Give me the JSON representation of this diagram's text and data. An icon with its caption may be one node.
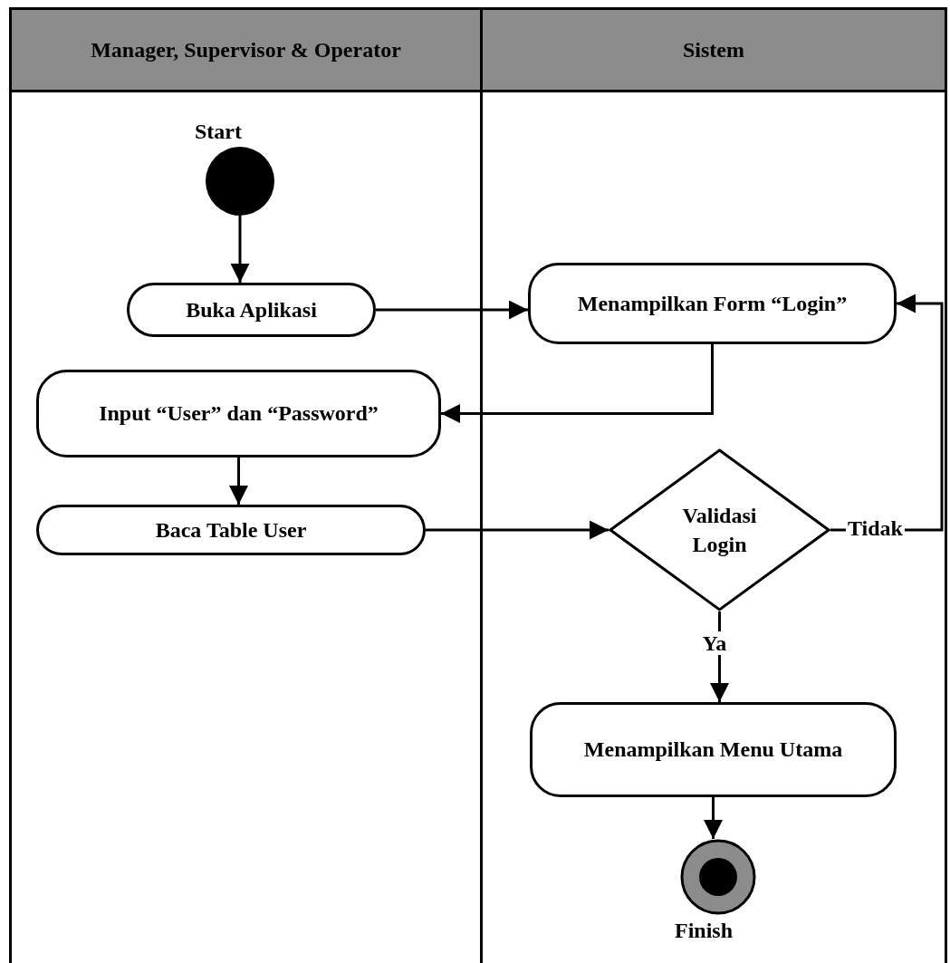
{
  "diagram": {
    "nodes": [
      {
        "text": [
          "Manager, Supervisor & Operator"
        ]
      },
      {
        "text": [
          "Sistem"
        ]
      },
      {
        "text": [],
        "shape": "circle",
        "in": 0,
        "beside": [
          "Start"
        ]
      },
      {
        "text": [
          "Buka Aplikasi"
        ],
        "in": 0
      },
      {
        "text": [
          "Menampilkan Form “Login”"
        ],
        "in": 1
      },
      {
        "text": [
          "Input “User” dan “Password”"
        ],
        "in": 0
      },
      {
        "text": [
          "Baca Table User"
        ],
        "in": 0
      },
      {
        "text": [
          "Validasi Login"
        ],
        "in": 1
      },
      {
        "text": [
          "Menampilkan Menu Utama"
        ],
        "in": 1
      },
      {
        "text": [],
        "shape": "circle",
        "in": 1,
        "beside": [
          "Finish"
        ]
      }
    ],
    "edges": [
      {
        "from": 2,
        "to": 3,
        "arrow": "to"
      },
      {
        "from": 3,
        "to": 4,
        "arrow": "to"
      },
      {
        "from": 4,
        "to": 5,
        "arrow": "to"
      },
      {
        "from": 5,
        "to": 6,
        "arrow": "to"
      },
      {
        "from": 6,
        "to": 7,
        "arrow": "to"
      },
      {
        "from": 7,
        "to": 4,
        "arrow": "to",
        "label": "Tidak"
      },
      {
        "from": 7,
        "to": 8,
        "arrow": "to",
        "label": "Ya"
      },
      {
        "from": 8,
        "to": 9,
        "arrow": "to"
      }
    ]
  }
}
